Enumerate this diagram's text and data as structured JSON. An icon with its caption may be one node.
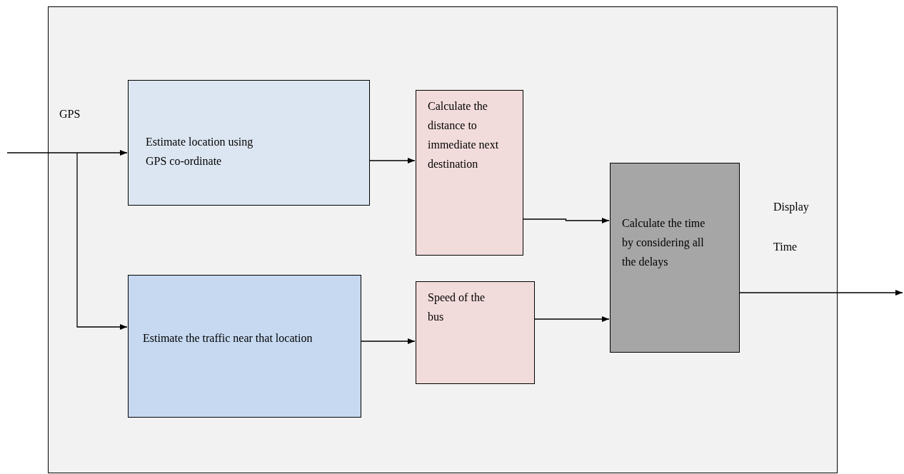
{
  "diagram": {
    "nodes": [
      {
        "text": [],
        "shape": "box"
      },
      {
        "text": [
          "Estimate location using GPS co-ordinate"
        ],
        "in": 0
      },
      {
        "text": [
          "Calculate the distance to immediate next destination"
        ],
        "in": 0
      },
      {
        "text": [
          "Estimate the traffic near that location"
        ],
        "in": 0
      },
      {
        "text": [
          "Speed of the bus"
        ],
        "in": 0
      },
      {
        "text": [
          "Calculate the time by considering all the delays"
        ],
        "in": 0
      }
    ],
    "edges": [
      {
        "from": null,
        "to": 1,
        "arrow": "to"
      },
      {
        "from": null,
        "to": 3,
        "arrow": "to"
      },
      {
        "from": 1,
        "to": 2,
        "arrow": "to"
      },
      {
        "from": 3,
        "to": 4,
        "arrow": "to"
      },
      {
        "from": 2,
        "to": 5,
        "arrow": "to"
      },
      {
        "from": 4,
        "to": 5,
        "arrow": "to"
      },
      {
        "from": 5,
        "to": null,
        "arrow": "to"
      }
    ],
    "labels": [
      "GPS",
      "Display Time"
    ]
  }
}
